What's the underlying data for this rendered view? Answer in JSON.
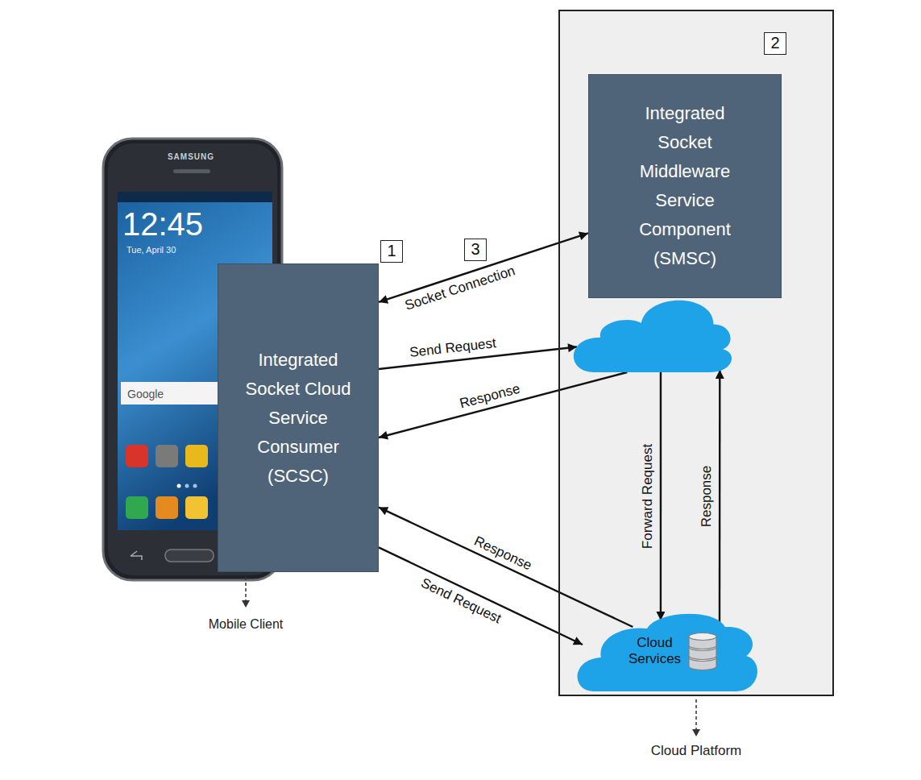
{
  "diagram": {
    "nodes": [
      {
        "text": [
          "Cloud Platform"
        ]
      },
      {
        "text": [
          "Integrated Socket Cloud Service Consumer (SCSC)"
        ]
      },
      {
        "text": [
          "Integrated Socket Middleware Service Component (SMSC)"
        ],
        "in": 0
      },
      {
        "text": [],
        "in": 0
      },
      {
        "text": [
          "Cloud Services"
        ],
        "in": 0
      }
    ],
    "edges": [
      {
        "from": 1,
        "to": 2,
        "arrow": "both",
        "label": "Socket Connection"
      },
      {
        "from": 1,
        "to": 3,
        "arrow": "to",
        "label": "Send Request"
      },
      {
        "from": 3,
        "to": 1,
        "arrow": "to",
        "label": "Response"
      },
      {
        "from": 4,
        "to": 1,
        "arrow": "to",
        "label": "Response"
      },
      {
        "from": 1,
        "to": 4,
        "arrow": "to",
        "label": "Send Request"
      },
      {
        "from": 3,
        "to": 4,
        "arrow": "to",
        "label": "Forward Request"
      },
      {
        "from": 4,
        "to": 3,
        "arrow": "to",
        "label": "Response"
      }
    ],
    "labels": [
      "1",
      "2",
      "3",
      "Mobile Client",
      "SAMSUNG",
      "12:45",
      "Tue, April 30",
      "Google"
    ]
  }
}
